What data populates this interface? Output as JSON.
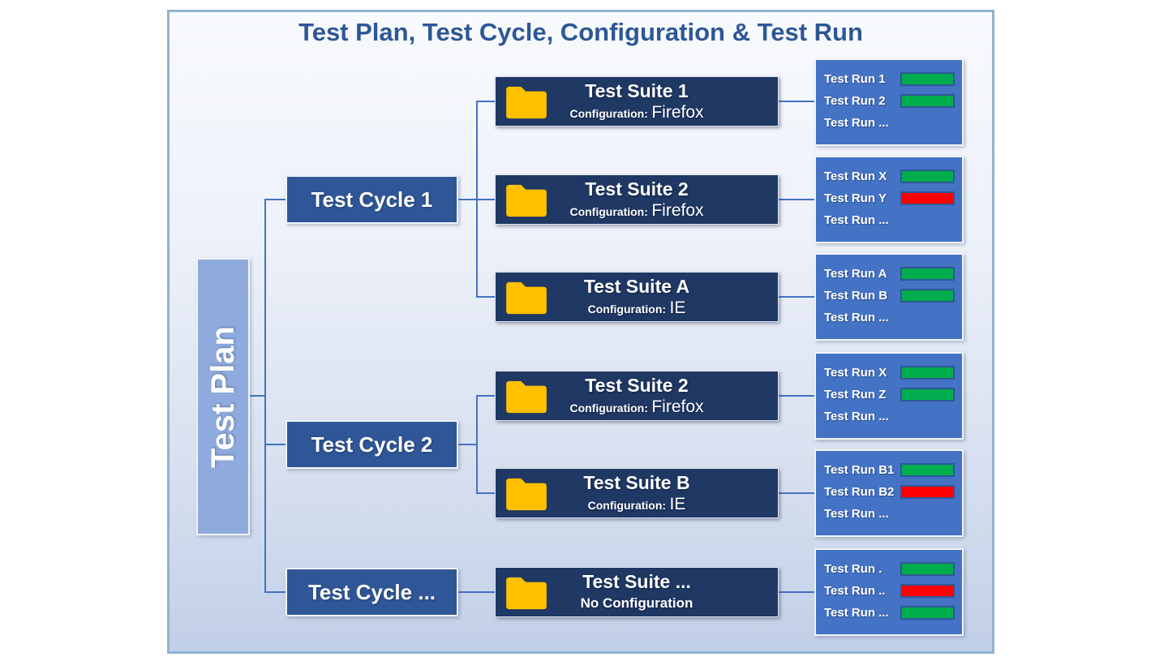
{
  "title": "Test Plan, Test Cycle, Configuration & Test Run",
  "plan": {
    "label": "Test Plan"
  },
  "cycles": [
    {
      "label": "Test Cycle 1"
    },
    {
      "label": "Test Cycle 2"
    },
    {
      "label": "Test Cycle ..."
    }
  ],
  "suites": [
    {
      "title": "Test Suite 1",
      "config_label": "Configuration:",
      "config_value": "Firefox"
    },
    {
      "title": "Test Suite 2",
      "config_label": "Configuration:",
      "config_value": "Firefox"
    },
    {
      "title": "Test Suite A",
      "config_label": "Configuration:",
      "config_value": "IE"
    },
    {
      "title": "Test Suite 2",
      "config_label": "Configuration:",
      "config_value": "Firefox"
    },
    {
      "title": "Test Suite B",
      "config_label": "Configuration:",
      "config_value": "IE"
    },
    {
      "title": "Test Suite ...",
      "config_label": "",
      "config_value": "No Configuration"
    }
  ],
  "run_groups": [
    {
      "runs": [
        {
          "label": "Test Run 1",
          "status": "pass"
        },
        {
          "label": "Test Run 2",
          "status": "pass"
        },
        {
          "label": "Test Run ...",
          "status": "none"
        }
      ]
    },
    {
      "runs": [
        {
          "label": "Test Run X",
          "status": "pass"
        },
        {
          "label": "Test Run Y",
          "status": "fail"
        },
        {
          "label": "Test Run ...",
          "status": "none"
        }
      ]
    },
    {
      "runs": [
        {
          "label": "Test Run A",
          "status": "pass"
        },
        {
          "label": "Test Run B",
          "status": "pass"
        },
        {
          "label": "Test Run ...",
          "status": "none"
        }
      ]
    },
    {
      "runs": [
        {
          "label": "Test Run X",
          "status": "pass"
        },
        {
          "label": "Test Run Z",
          "status": "pass"
        },
        {
          "label": "Test Run ...",
          "status": "none"
        }
      ]
    },
    {
      "runs": [
        {
          "label": "Test Run B1",
          "status": "pass"
        },
        {
          "label": "Test Run B2",
          "status": "fail"
        },
        {
          "label": "Test Run ...",
          "status": "none"
        }
      ]
    },
    {
      "runs": [
        {
          "label": "Test Run .",
          "status": "pass"
        },
        {
          "label": "Test Run ..",
          "status": "fail"
        },
        {
          "label": "Test Run ...",
          "status": "pass"
        }
      ]
    }
  ],
  "colors": {
    "pass": "#00AE4E",
    "fail": "#FF0000",
    "suite_fill": "#1F3864",
    "cycle_fill": "#2F5797",
    "run_fill": "#4472C4",
    "plan_fill": "#8FAADC",
    "connector": "#4472C4",
    "title": "#2E5797",
    "folder": "#FFC000"
  }
}
